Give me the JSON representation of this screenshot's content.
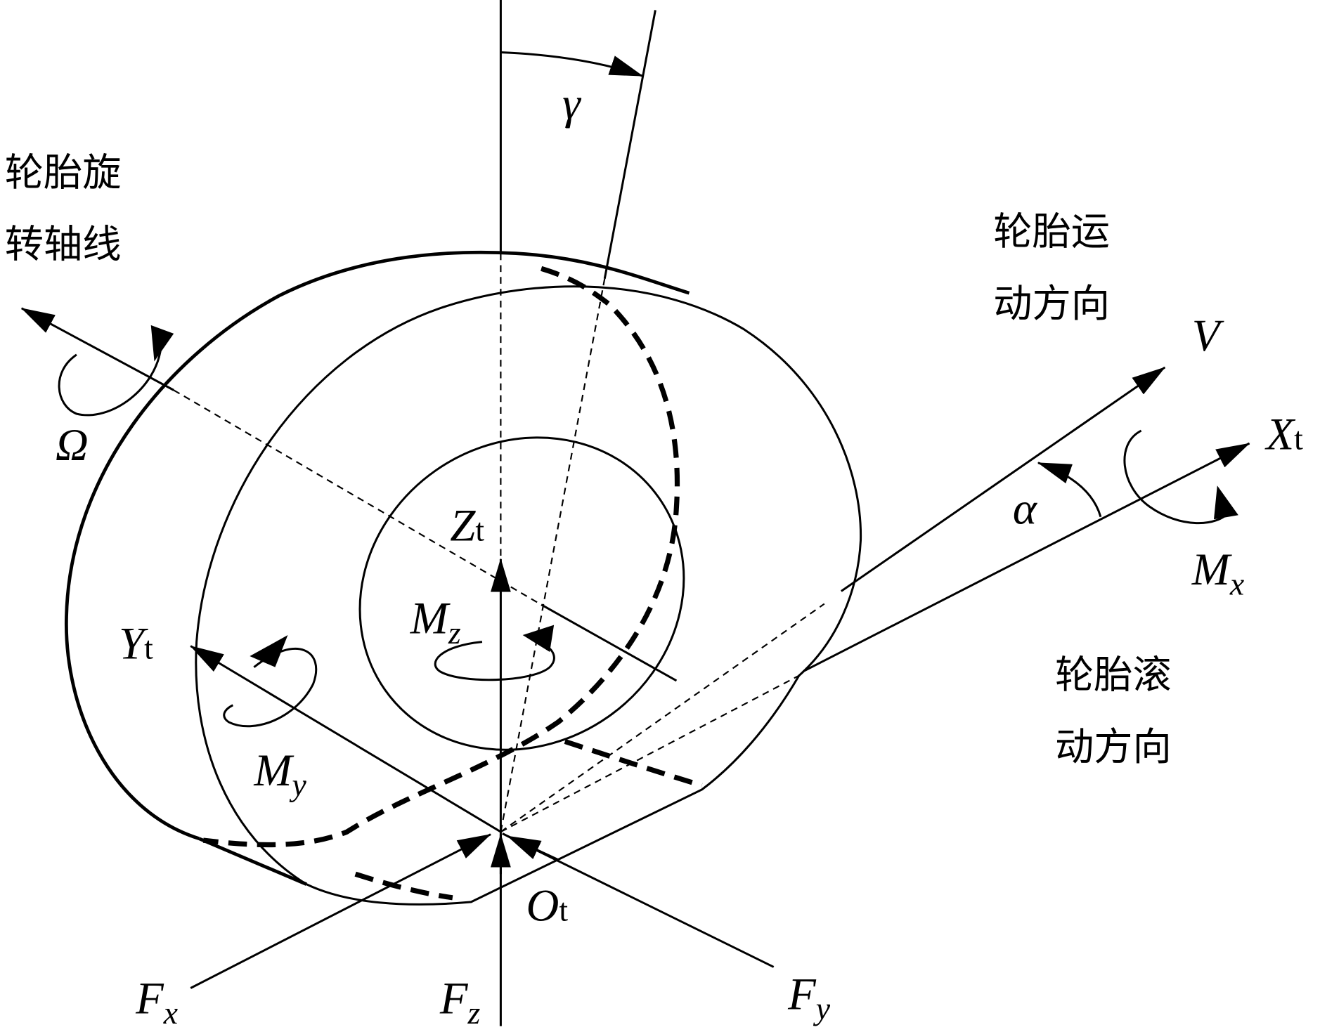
{
  "title": "Tire coordinate system and forces/moments",
  "labels": {
    "gamma": "γ",
    "alpha": "α",
    "omega": "Ω",
    "V": "V",
    "Xt": "X",
    "Xt_sub": "t",
    "Yt": "Y",
    "Yt_sub": "t",
    "Zt": "Z",
    "Zt_sub": "t",
    "Ot": "O",
    "Ot_sub": "t",
    "Mx": "M",
    "Mx_sub": "x",
    "My": "M",
    "My_sub": "y",
    "Mz": "M",
    "Mz_sub": "z",
    "Fx": "F",
    "Fx_sub": "x",
    "Fy": "F",
    "Fy_sub": "y",
    "Fz": "F",
    "Fz_sub": "z"
  },
  "annotations": {
    "rotation_axis_1": "轮胎旋",
    "rotation_axis_2": "转轴线",
    "motion_dir_1": "轮胎运",
    "motion_dir_2": "动方向",
    "rolling_dir_1": "轮胎滚",
    "rolling_dir_2": "动方向"
  }
}
